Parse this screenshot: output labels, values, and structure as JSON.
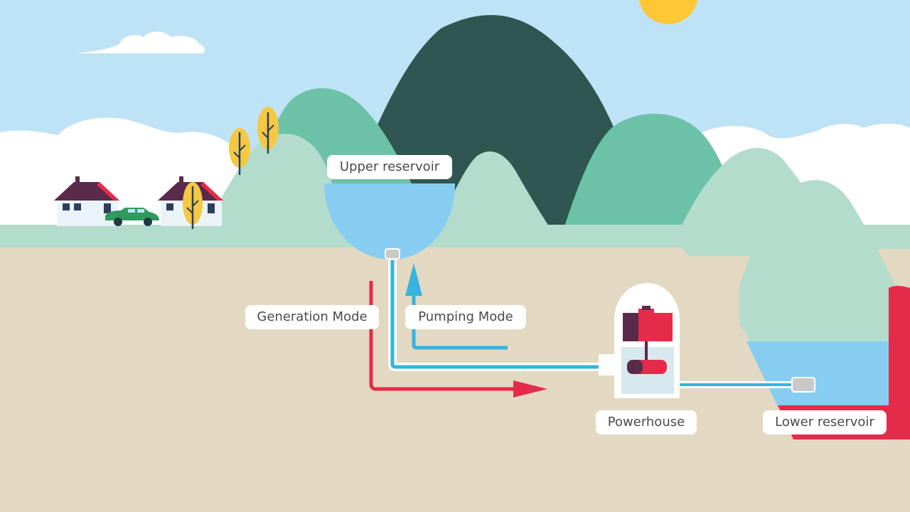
{
  "labels": {
    "upper_reservoir": "Upper reservoir",
    "generation_mode": "Generation Mode",
    "pumping_mode": "Pumping Mode",
    "powerhouse": "Powerhouse",
    "lower_reservoir": "Lower reservoir"
  },
  "colors": {
    "sky": "#bfe3f6",
    "ground": "#e3d8c2",
    "water": "#86cdf1",
    "generation_flow": "#e52b4a",
    "pumping_flow": "#35b4e0",
    "dark_mountain": "#2f5650",
    "mid_mountain": "#6cc2a8",
    "light_hill": "#b3dccc",
    "sun": "#ffc636",
    "house_roof": "#5a2a4a"
  }
}
